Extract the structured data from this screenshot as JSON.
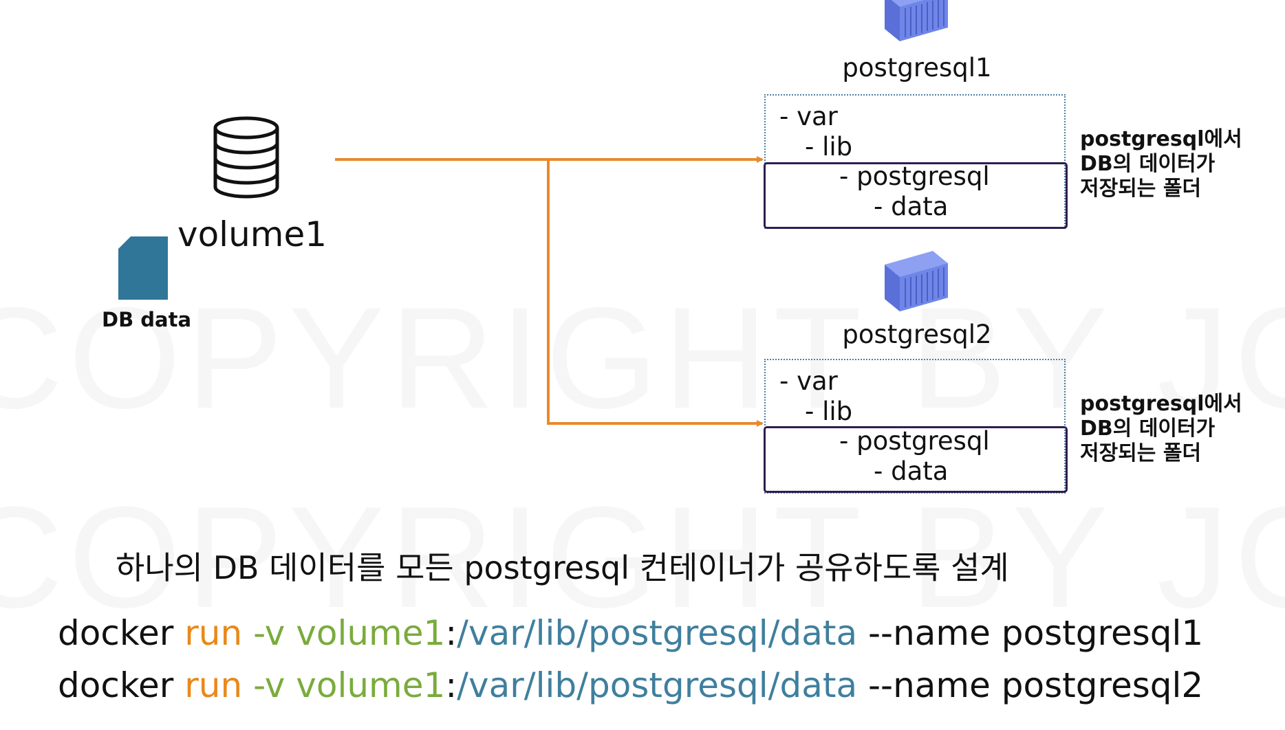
{
  "watermark": "COPYRIGHT BY JOL VAM",
  "volume": {
    "label": "volume1",
    "icon": "database-icon",
    "file_icon": "file-icon",
    "file_label": "DB data"
  },
  "containers": [
    {
      "name": "postgresql1",
      "icon": "container-icon",
      "paths": [
        "- var",
        "- lib",
        "- postgresql",
        "- data"
      ],
      "note": [
        "postgresql에서",
        "DB의 데이터가",
        "저장되는 폴더"
      ]
    },
    {
      "name": "postgresql2",
      "icon": "container-icon",
      "paths": [
        "- var",
        "- lib",
        "- postgresql",
        "- data"
      ],
      "note": [
        "postgresql에서",
        "DB의 데이터가",
        "저장되는 폴더"
      ]
    }
  ],
  "caption": "하나의 DB 데이터를 모든 postgresql 컨테이너가 공유하도록 설계",
  "commands": [
    {
      "docker": "docker",
      "run": "run",
      "flag": "-v",
      "volume": "volume1",
      "colon": ":",
      "path": "/var/lib/postgresql/data",
      "rest": " --name postgresql1"
    },
    {
      "docker": "docker",
      "run": "run",
      "flag": "-v",
      "volume": "volume1",
      "colon": ":",
      "path": "/var/lib/postgresql/data",
      "rest": " --name postgresql2"
    }
  ],
  "colors": {
    "arrow": "#e8892c",
    "container": "#6f86e8",
    "file": "#2f7699",
    "inner_border": "#2e1e4e",
    "cmd_run": "#e8891c",
    "cmd_volume": "#7aab3c",
    "cmd_path": "#3f7f9e"
  }
}
